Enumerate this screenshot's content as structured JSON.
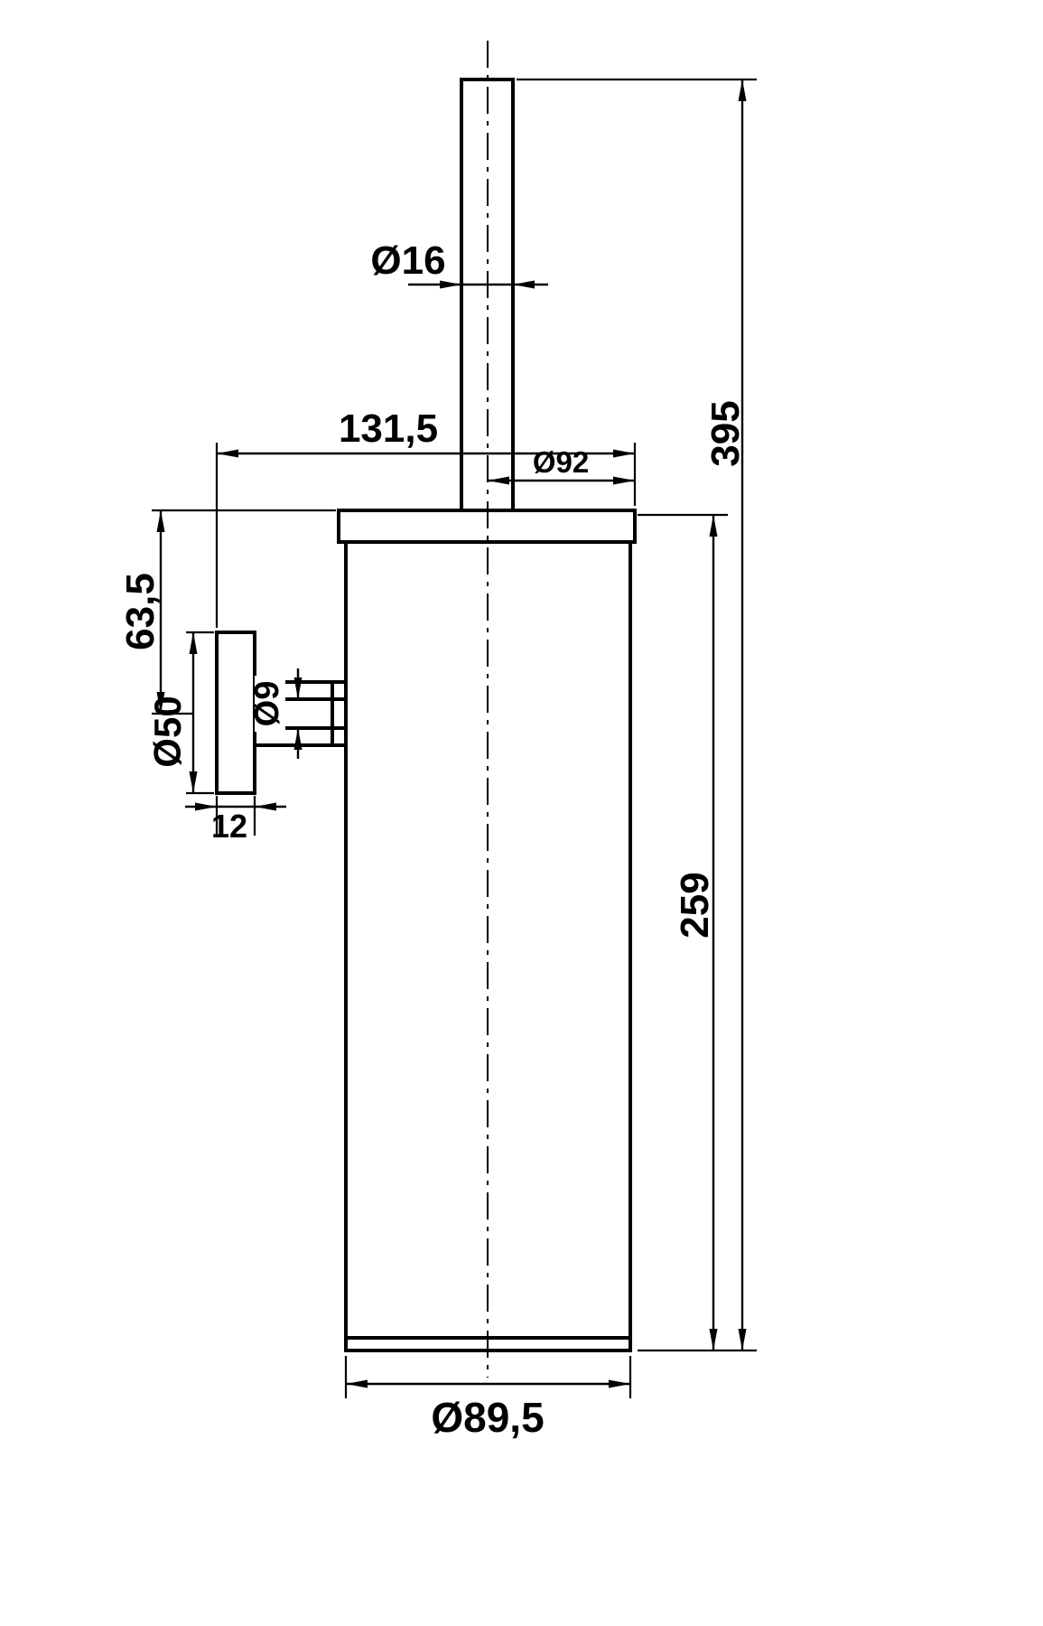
{
  "drawing": {
    "labels": {
      "handle_diameter": "Ø16",
      "wall_to_front": "131,5",
      "lid_diameter": "Ø92",
      "overall_height": "395",
      "lid_to_arm_axis": "63,5",
      "plate_diameter": "Ø50",
      "rod_diameter": "Ø9",
      "plate_thickness": "12",
      "body_height": "259",
      "body_diameter": "Ø89,5"
    }
  }
}
